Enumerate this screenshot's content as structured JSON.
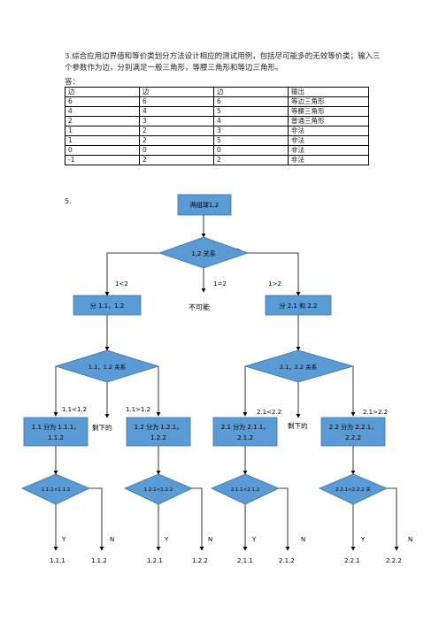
{
  "question": "3.综合应用边界值和等价类划分方法设计相应的测试用例，包括尽可能多的无效等价类；输入三个参数作为边，分别满足一般三角形，等腰三角形和等边三角形。",
  "answer_label": "答：",
  "table": {
    "headers": [
      "边",
      "边",
      "边",
      "输出"
    ],
    "rows": [
      [
        "6",
        "6",
        "6",
        "等边三角形"
      ],
      [
        "4",
        "4",
        "5",
        "等腰三角形"
      ],
      [
        "2",
        "3",
        "4",
        "普通三角形"
      ],
      [
        "1",
        "2",
        "3",
        "非法"
      ],
      [
        "1",
        "2",
        "5",
        "非法"
      ],
      [
        "0",
        "0",
        "0",
        "非法"
      ],
      [
        "-1",
        "2",
        "2",
        "非法"
      ]
    ]
  },
  "section_number": "5.",
  "flow": {
    "top_box": "两组球1,2",
    "d1": "1,2 关系",
    "lt": "1<2",
    "eq": "1=2",
    "gt": "1>2",
    "impossible": "不可能",
    "box_left": "分 1.1，1.2",
    "box_right": "分 2.1 和 2.2",
    "d2l": "1.1，1.2 关系",
    "d2r": "2.1，2.2 关系",
    "l11lt": "1.1<1.2",
    "l11gt": "1.1>1.2",
    "l21lt": "2.1<2.2",
    "l21gt": "2.1>2.2",
    "rest": "剩下的",
    "b1": [
      "1.1 分为 1.1.1，",
      "1.1.2"
    ],
    "b2": [
      "1.2 分为 1.2.1，",
      "1.2.2"
    ],
    "b3": [
      "2.1 分为 2.1.1，",
      "2.1.2"
    ],
    "b4": [
      "2.2 分为 2.2.1，",
      "2.2.2"
    ],
    "d3": [
      "1.1.1<1.1.2",
      "1.2.1<1.2.2",
      "2.1.1<2.1.2",
      "2.2.1<2.2.2 关"
    ],
    "yes": "Y",
    "no": "N",
    "leaves": [
      "1.1.1",
      "1.1.2",
      "1.2.1",
      "1.2.2",
      "2.1.1",
      "2.1.2",
      "2.2.1",
      "2.2.2"
    ]
  },
  "colors": {
    "box_fill": "#5b9bd5",
    "box_stroke": "#41719c"
  }
}
